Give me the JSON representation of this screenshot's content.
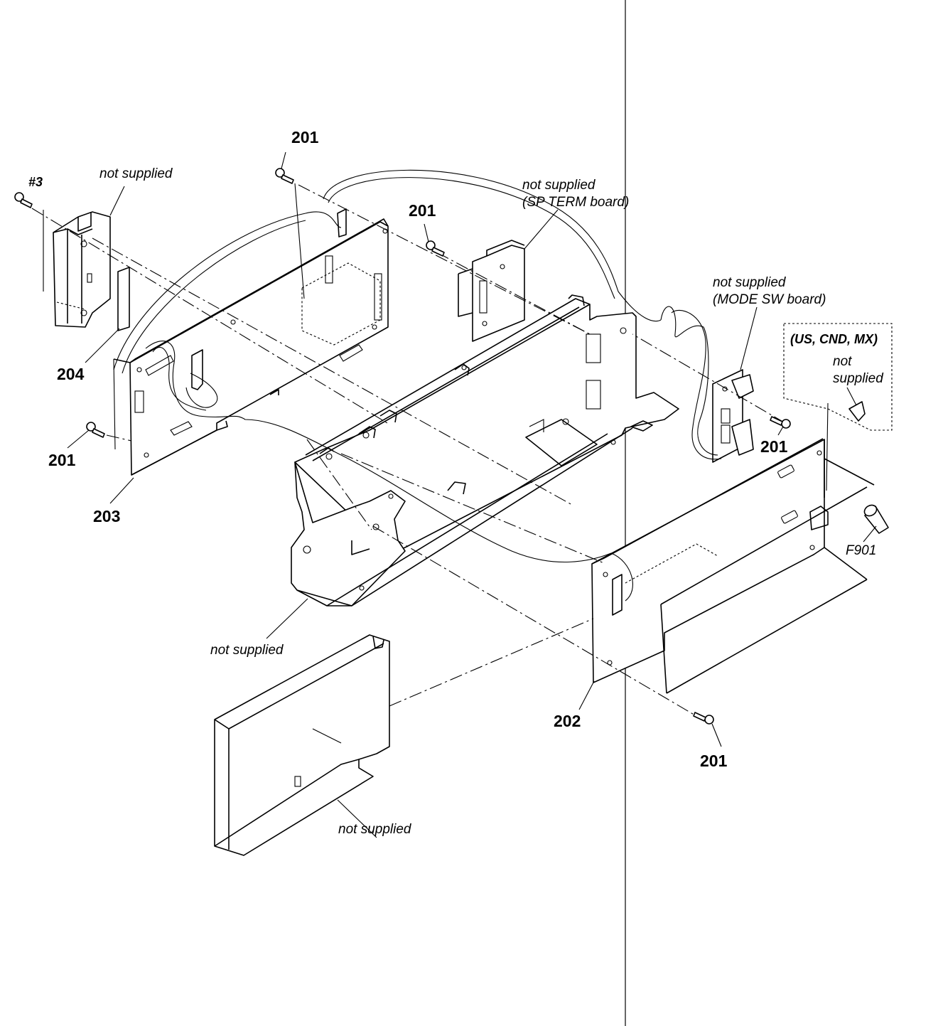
{
  "labels": {
    "screw_hash3": "#3",
    "ns_top_left": "not supplied",
    "p201_top": "201",
    "ns_sp_term_1": "not supplied",
    "ns_sp_term_2": "(SP TERM board)",
    "p201_sp": "201",
    "ns_mode_1": "not supplied",
    "ns_mode_2": "(MODE SW board)",
    "region": "(US, CND, MX)",
    "ns_fuse_1": "not",
    "ns_fuse_2": "supplied",
    "p204": "204",
    "p201_right": "201",
    "p201_left": "201",
    "p203": "203",
    "f901": "F901",
    "ns_chassis": "not supplied",
    "p202": "202",
    "p201_bottom": "201",
    "ns_cover": "not supplied"
  }
}
